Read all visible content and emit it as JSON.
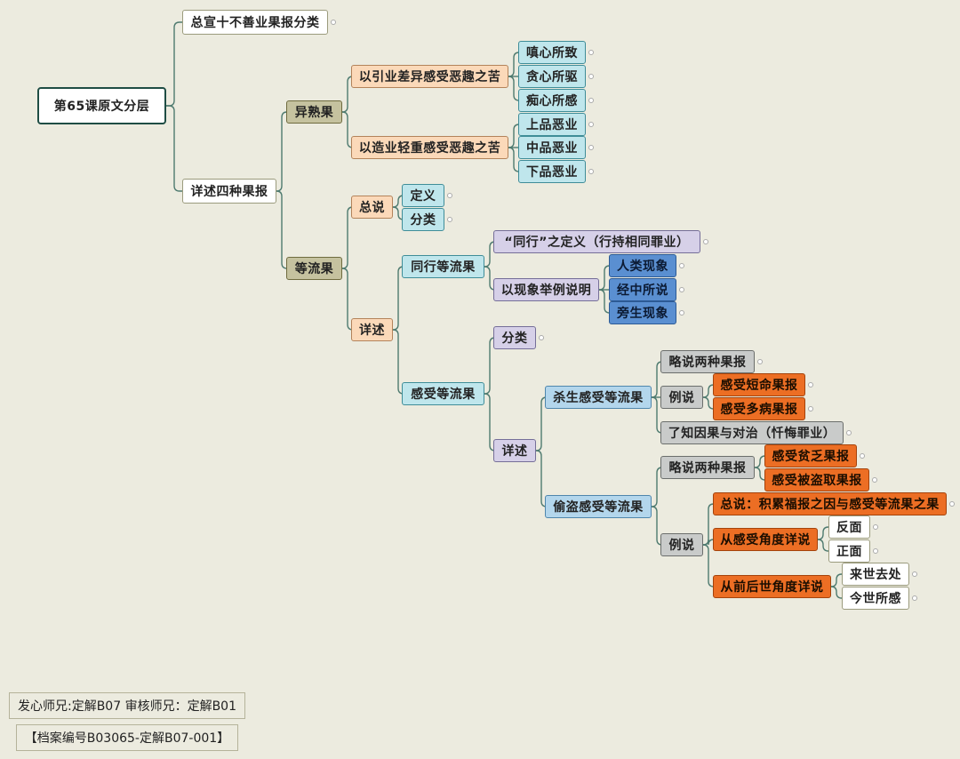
{
  "nodes": {
    "root": "第65课原文分层",
    "n1": "总宣十不善业果报分类",
    "n2": "详述四种果报",
    "yishu": "异熟果",
    "dengliu": "等流果",
    "yi1": "以引业差异感受恶趣之苦",
    "yi2": "以造业轻重感受恶趣之苦",
    "chen": "嗔心所致",
    "tan": "贪心所驱",
    "chi": "痴心所感",
    "shang": "上品恶业",
    "zhong": "中品恶业",
    "xia": "下品恶业",
    "zongshuo": "总说",
    "dingyi": "定义",
    "fenlei1": "分类",
    "xiangshu1": "详述",
    "tongxing": "同行等流果",
    "tx_def": "“同行”之定义（行持相同罪业）",
    "tx_eg": "以现象举例说明",
    "renlei": "人类现象",
    "jingzhong": "经中所说",
    "pangsheng": "旁生现象",
    "ganshou": "感受等流果",
    "fenlei2": "分类",
    "xiangshu2": "详述",
    "shasheng": "杀生感受等流果",
    "toudao": "偷盗感受等流果",
    "lue1": "略说两种果报",
    "lishuo1": "例说",
    "duanming": "感受短命果报",
    "duobing": "感受多病果报",
    "liaozhi": "了知因果与对治（忏悔罪业）",
    "lue2": "略说两种果报",
    "pinfa": "感受贫乏果报",
    "beidao": "感受被盗取果报",
    "lishuo2": "例说",
    "zongshuo2": "总说：积累福报之因与感受等流果之果",
    "ganshoujiaodu": "从感受角度详说",
    "fanmian": "反面",
    "zhengmian": "正面",
    "qianhou": "从前后世角度详说",
    "laishi": "来世去处",
    "jinshi": "今世所感"
  },
  "footer": {
    "credits": "发心师兄:定解B07 审核师兄：定解B01",
    "archive": "【档案编号B03065-定解B07-001】"
  },
  "colors": {
    "line": "#4e7a6f",
    "root_border": "#1f4d44",
    "orange": "#ec6e24",
    "blue": "#5a8fd1"
  }
}
